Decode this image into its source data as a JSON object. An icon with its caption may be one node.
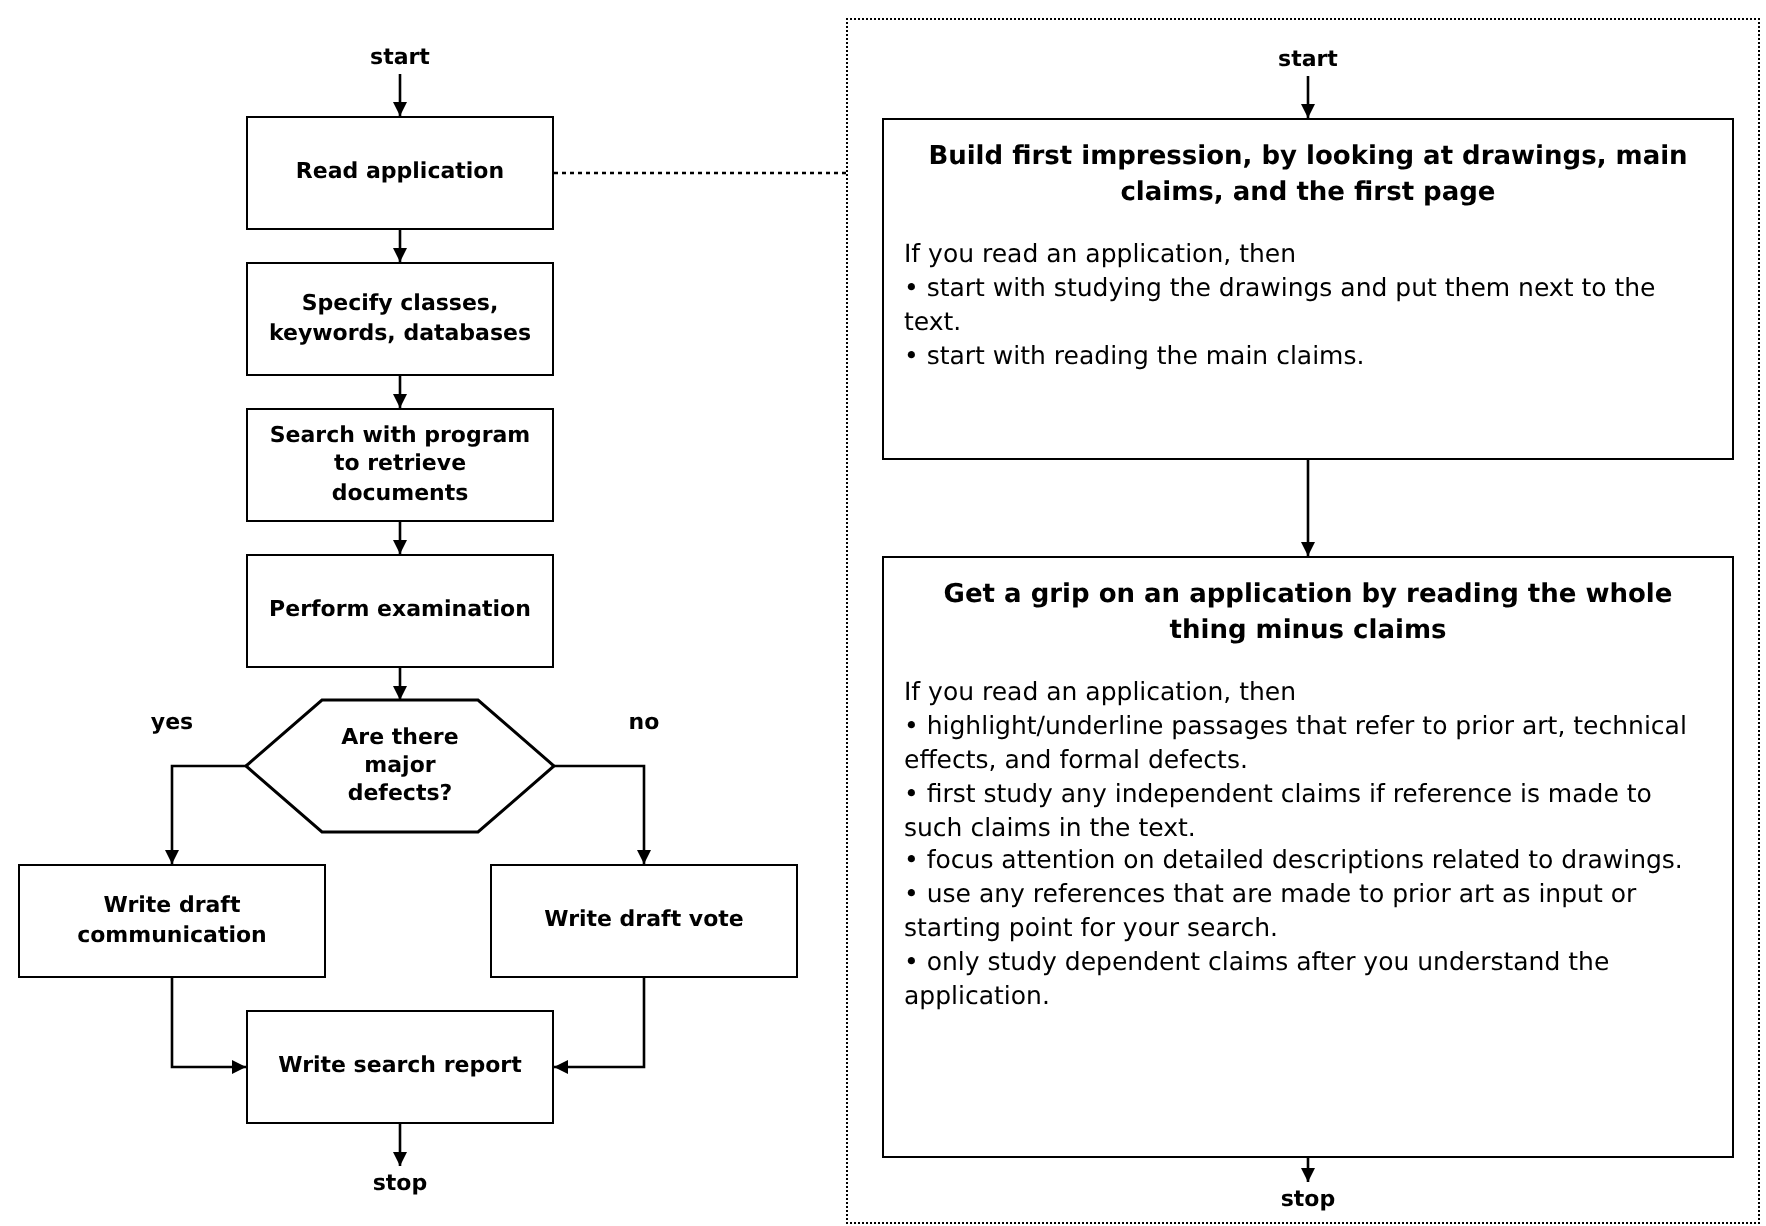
{
  "diagram": {
    "nodes": [
      {
        "text": [
          "start"
        ]
      },
      {
        "text": [
          "Read application"
        ]
      },
      {
        "text": [
          "Specify classes, keywords, databases"
        ]
      },
      {
        "text": [
          "Search with program to retrieve documents"
        ]
      },
      {
        "text": [
          "Perform examination"
        ]
      },
      {
        "text": [
          "Are there major defects?"
        ]
      },
      {
        "text": [
          "Write draft communication"
        ]
      },
      {
        "text": [
          "Write draft vote"
        ]
      },
      {
        "text": [
          "Write search report"
        ]
      },
      {
        "text": [
          "stop"
        ]
      },
      {
        "text": [],
        "shape": "box"
      },
      {
        "text": [
          "start"
        ],
        "in": 10
      },
      {
        "text": [
          "Build first impression, by looking at drawings, main claims, and the first page",
          "If you read an application, then",
          "• start with studying the drawings and put them next to the text.",
          "• start with reading the main claims."
        ],
        "in": 10
      },
      {
        "text": [
          "Get a grip on an application by reading the whole thing minus claims",
          "If you read an application, then",
          "• highlight/underline passages that refer to prior art, technical effects, and formal defects.",
          "• first study any independent claims if reference is made to such claims in the text.",
          "• focus attention on detailed descriptions related to drawings.",
          "• use any references that are made to prior art as input or starting point for your search.",
          "• only study dependent claims after you understand the application."
        ],
        "in": 10
      },
      {
        "text": [
          "stop"
        ],
        "in": 10
      }
    ],
    "edges": [
      {
        "from": 0,
        "to": 1,
        "arrow": "to"
      },
      {
        "from": 1,
        "to": 2,
        "arrow": "to"
      },
      {
        "from": 2,
        "to": 3,
        "arrow": "to"
      },
      {
        "from": 3,
        "to": 4,
        "arrow": "to"
      },
      {
        "from": 4,
        "to": 5,
        "arrow": "to"
      },
      {
        "from": 5,
        "to": 6,
        "arrow": "to",
        "label": "yes"
      },
      {
        "from": 5,
        "to": 7,
        "arrow": "to",
        "label": "no"
      },
      {
        "from": 6,
        "to": 8,
        "arrow": "to"
      },
      {
        "from": 7,
        "to": 8,
        "arrow": "to"
      },
      {
        "from": 8,
        "to": 9,
        "arrow": "to"
      },
      {
        "from": 1,
        "to": 10,
        "arrow": "none",
        "style": "dashed"
      },
      {
        "from": 11,
        "to": 12,
        "arrow": "to"
      },
      {
        "from": 12,
        "to": 13,
        "arrow": "to"
      },
      {
        "from": 13,
        "to": 14,
        "arrow": "to"
      }
    ]
  }
}
